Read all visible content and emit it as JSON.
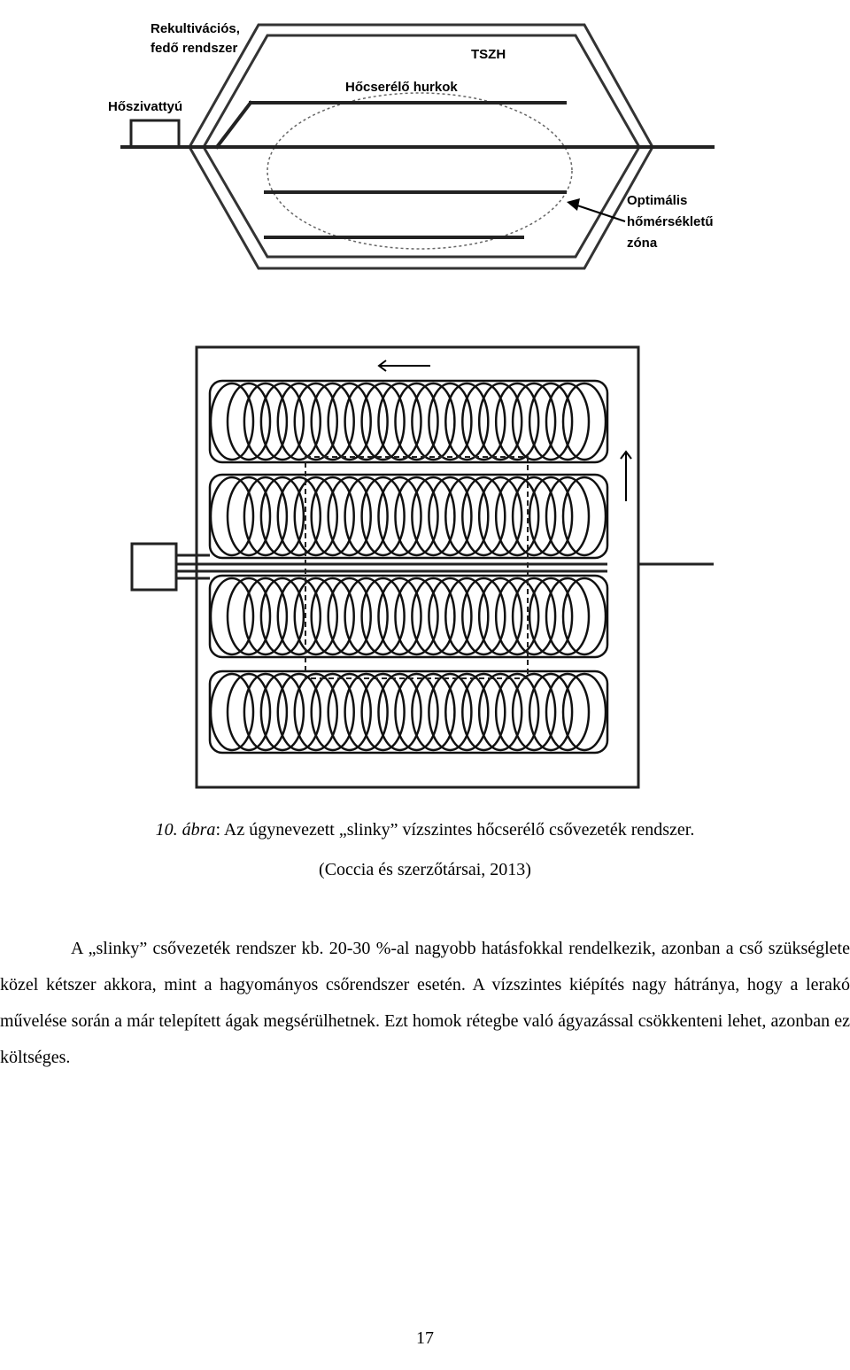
{
  "figure_top": {
    "labels": {
      "cover": [
        "Rekultivációs,",
        "fedő rendszer"
      ],
      "tszh": "TSZH",
      "loops": "Hőcserélő hurkok",
      "heat_pump": "Hőszivattyú",
      "zone": [
        "Optimális",
        "hőmérsékletű",
        "zóna"
      ]
    }
  },
  "caption": {
    "number": "10. ábra",
    "text": ": Az úgynevezett „slinky” vízszintes hőcserélő csővezeték rendszer.",
    "source": "(Coccia és szerzőtársai, 2013)"
  },
  "paragraph": "A „slinky” csővezeték rendszer kb. 20-30 %-al nagyobb hatásfokkal rendelkezik, azonban a cső szükséglete közel kétszer akkora, mint a hagyományos csőrendszer esetén. A vízszintes kiépítés nagy hátránya, hogy a lerakó művelése során a már telepített ágak megsérülhetnek. Ezt homok rétegbe való ágyazással csökkenteni lehet, azonban ez költséges.",
  "page_number": "17"
}
